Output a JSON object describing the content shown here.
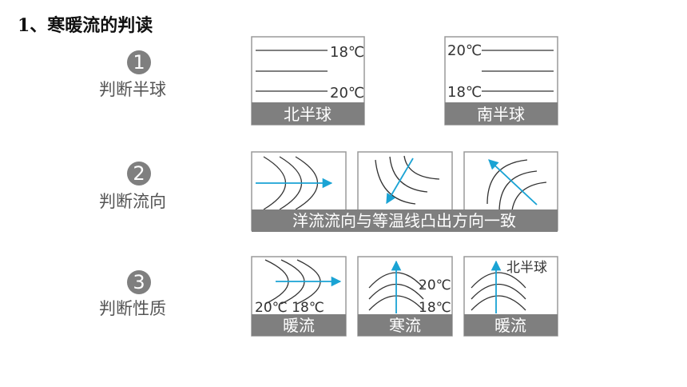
{
  "title": "1、寒暖流的判读",
  "steps": [
    {
      "num": "1",
      "label": "判断半球"
    },
    {
      "num": "2",
      "label": "判断流向"
    },
    {
      "num": "3",
      "label": "判断性质"
    }
  ],
  "row1": {
    "north": {
      "label": "北半球",
      "temp_top": "18℃",
      "temp_bottom": "20℃"
    },
    "south": {
      "label": "南半球",
      "temp_top": "20℃",
      "temp_bottom": "18℃"
    }
  },
  "row2": {
    "label": "洋流流向与等温线凸出方向一致"
  },
  "row3": {
    "a": {
      "label": "暖流",
      "temps": "20℃ 18℃"
    },
    "b": {
      "label": "寒流",
      "temp_top": "20℃",
      "temp_bottom": "18℃"
    },
    "c": {
      "label": "暖流",
      "hemisphere": "北半球"
    }
  },
  "colors": {
    "arrow": "#1aa3d4",
    "bar": "#7f7f7f",
    "border": "#9a9a9a",
    "line": "#333333"
  }
}
